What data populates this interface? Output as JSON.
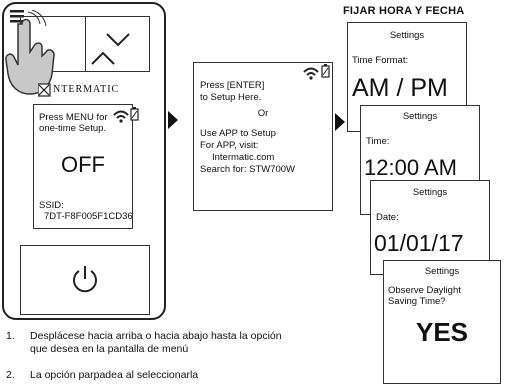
{
  "header": {
    "title": "FIJAR HORA Y FECHA"
  },
  "device": {
    "brand": "NTERMATIC",
    "screen": {
      "line1": "Press MENU for",
      "line2": "one-time Setup.",
      "status": "OFF",
      "ssid_label": "SSID:",
      "ssid_value": "7DT-F8F005F1CD36"
    }
  },
  "setup_screen": {
    "line1": "Press [ENTER]",
    "line2": "to Setup Here.",
    "or": "Or",
    "line3": "Use APP to Setup",
    "line4": "For APP, visit:",
    "line5": "Intermatic.com",
    "line6": "Search for: STW700W"
  },
  "settings_screens": [
    {
      "title": "Settings",
      "label": "Time Format:",
      "value": "AM / PM"
    },
    {
      "title": "Settings",
      "label": "Time:",
      "value": "12:00 AM"
    },
    {
      "title": "Settings",
      "label": "Date:",
      "value": "01/01/17"
    },
    {
      "title": "Settings",
      "label": "Observe Daylight\nSaving Time?",
      "value": "YES"
    }
  ],
  "steps": [
    {
      "num": "1.",
      "text_a": "Desplácese hacia arriba o hacia abajo hasta la opción",
      "text_b": "que desea en la pantalla de menú"
    },
    {
      "num": "2.",
      "text_a": "La opción parpadea al seleccionarla"
    }
  ]
}
